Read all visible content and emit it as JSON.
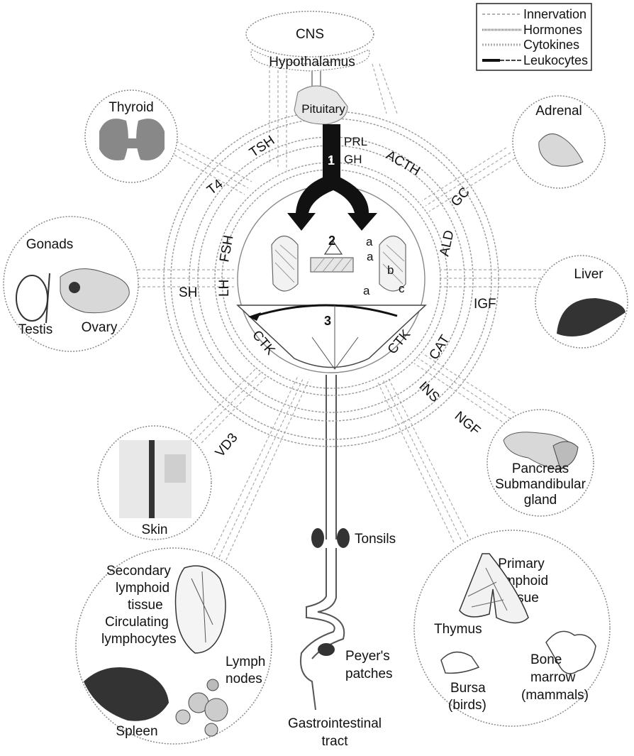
{
  "legend": {
    "items": [
      {
        "label": "Innervation",
        "style": "dashed-light"
      },
      {
        "label": "Hormones",
        "style": "striped"
      },
      {
        "label": "Cytokines",
        "style": "hatched"
      },
      {
        "label": "Leukocytes",
        "style": "solid-dark"
      }
    ]
  },
  "center": {
    "cns": "CNS",
    "hypothalamus": "Hypothalamus",
    "pituitary": "Pituitary",
    "prl": "PRL",
    "gh": "GH",
    "marker_1": "1",
    "marker_2": "2",
    "marker_3": "3",
    "sub_a1": "a",
    "sub_a2": "a",
    "sub_a3": "a",
    "sub_b": "b",
    "sub_c": "c"
  },
  "hormones": {
    "tsh": "TSH",
    "t4": "T4",
    "acth": "ACTH",
    "gc": "GC",
    "fsh": "FSH",
    "lh": "LH",
    "sh": "SH",
    "ald": "ALD",
    "igf": "IGF",
    "cat": "CAT",
    "ctk_left": "CTK",
    "ctk_right": "CTK",
    "ins": "INS",
    "ngf": "NGF",
    "vd3": "VD3"
  },
  "organs": {
    "thyroid": "Thyroid",
    "adrenal": "Adrenal",
    "gonads": "Gonads",
    "testis": "Testis",
    "ovary": "Ovary",
    "liver": "Liver",
    "pancreas": "Pancreas",
    "submandibular": "Submandibular",
    "gland": "gland",
    "skin": "Skin",
    "tonsils": "Tonsils",
    "primary_1": "Primary",
    "primary_2": "lymphoid",
    "primary_3": "tissue",
    "thymus": "Thymus",
    "bone_1": "Bone",
    "bone_2": "marrow",
    "bone_3": "(mammals)",
    "bursa_1": "Bursa",
    "bursa_2": "(birds)",
    "secondary_1": "Secondary",
    "secondary_2": "lymphoid",
    "secondary_3": "tissue",
    "circ_1": "Circulating",
    "circ_2": "lymphocytes",
    "lymph_1": "Lymph",
    "lymph_2": "nodes",
    "spleen": "Spleen",
    "peyers_1": "Peyer's",
    "peyers_2": "patches",
    "gi_1": "Gastrointestinal",
    "gi_2": "tract"
  },
  "colors": {
    "ink": "#111111",
    "route": "#aaaaaa",
    "arrow": "#1a1a1a"
  }
}
